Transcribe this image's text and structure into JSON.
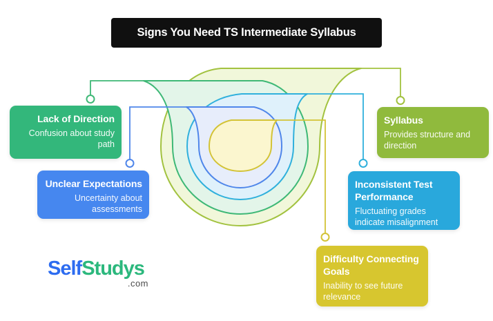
{
  "title": {
    "text": "Signs You Need TS Intermediate Syllabus",
    "bg": "#101010",
    "color": "#ffffff"
  },
  "cards": [
    {
      "id": "lack-of-direction",
      "title": "Lack of Direction",
      "subtitle": "Confusion about study path",
      "color": "#33b77b"
    },
    {
      "id": "unclear-expectations",
      "title": "Unclear Expectations",
      "subtitle": "Uncertainty about assessments",
      "color": "#4687ef"
    },
    {
      "id": "syllabus",
      "title": "Syllabus",
      "subtitle": "Provides structure and direction",
      "color": "#90ba3d"
    },
    {
      "id": "inconsistent-test-performance",
      "title": "Inconsistent Test Performance",
      "subtitle": "Fluctuating grades indicate misalignment",
      "color": "#29a8dc"
    },
    {
      "id": "difficulty-connecting-goals",
      "title": "Difficulty Connecting Goals",
      "subtitle": "Inability to see future relevance",
      "color": "#d7c62f"
    }
  ],
  "rings": [
    {
      "name": "syllabus-ring",
      "stroke": "#a2c23f",
      "fill": "#f1f7da"
    },
    {
      "name": "lack-of-direction-ring",
      "stroke": "#3eb876",
      "fill": "#e3f5e9"
    },
    {
      "name": "inconsistent-test-ring",
      "stroke": "#2fb0dc",
      "fill": "#dff1fb"
    },
    {
      "name": "unclear-expectations-ring",
      "stroke": "#4f86ea",
      "fill": "#e7edfb"
    },
    {
      "name": "difficulty-goals-ring",
      "stroke": "#d3c336",
      "fill": "#fbf6cf"
    }
  ],
  "logo": {
    "part1": "Self",
    "part2": "Studys",
    "suffix": ".com",
    "part1_color": "#2d6cf0",
    "part2_color": "#2cb87d",
    "suffix_color": "#4a4a4a"
  }
}
